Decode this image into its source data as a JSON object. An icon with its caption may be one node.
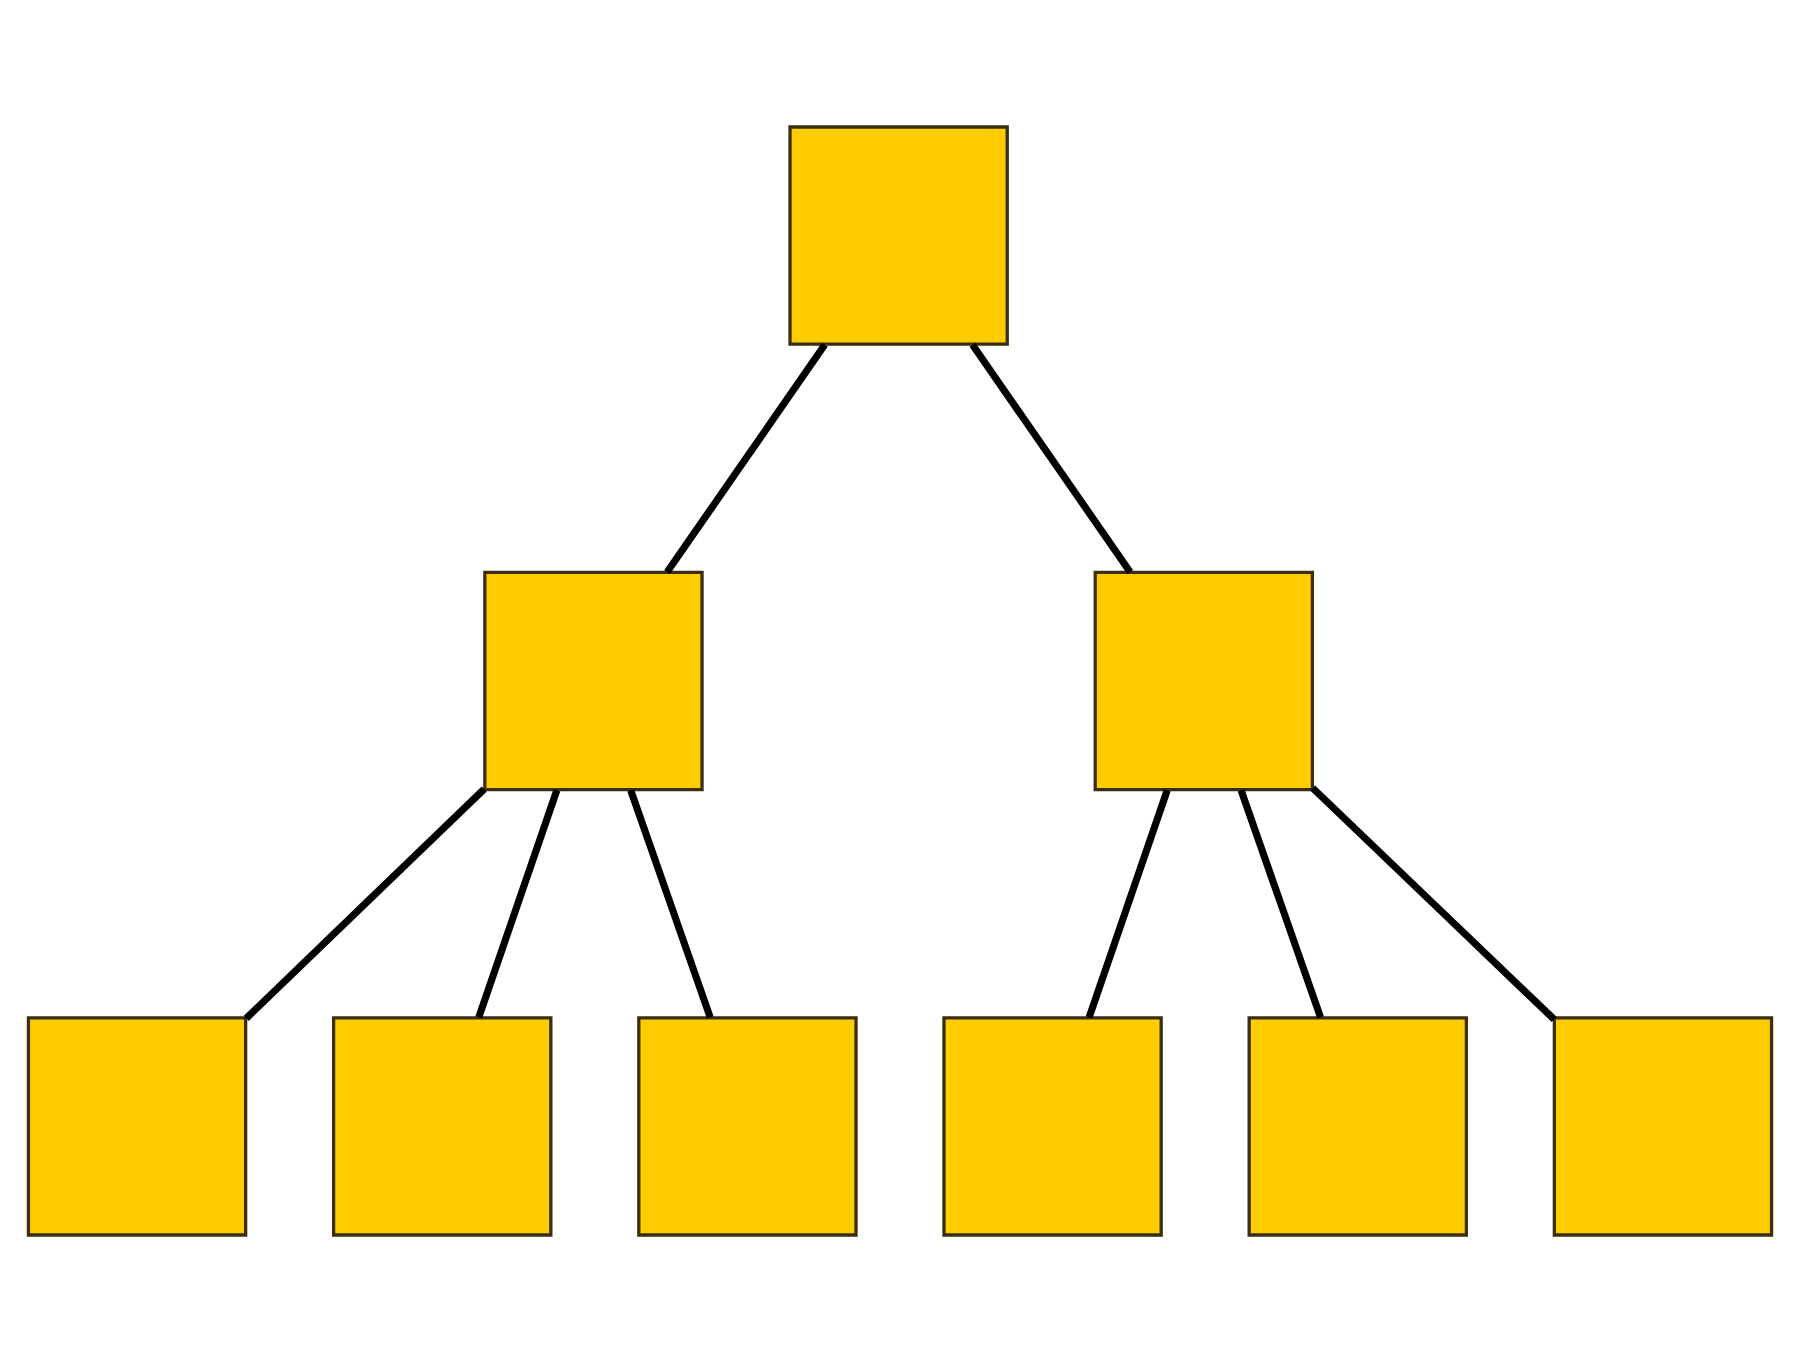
{
  "diagram": {
    "nodes": [
      {
        "text": [],
        "shape": "box"
      },
      {
        "text": [],
        "shape": "box"
      },
      {
        "text": [],
        "shape": "box"
      },
      {
        "text": [],
        "shape": "box"
      },
      {
        "text": [],
        "shape": "box"
      },
      {
        "text": [],
        "shape": "box"
      },
      {
        "text": [],
        "shape": "box"
      },
      {
        "text": [],
        "shape": "box"
      },
      {
        "text": [],
        "shape": "box"
      }
    ],
    "edges": [
      {
        "from": 0,
        "to": 1,
        "arrow": "none"
      },
      {
        "from": 0,
        "to": 2,
        "arrow": "none"
      },
      {
        "from": 1,
        "to": 3,
        "arrow": "none"
      },
      {
        "from": 1,
        "to": 4,
        "arrow": "none"
      },
      {
        "from": 1,
        "to": 5,
        "arrow": "none"
      },
      {
        "from": 2,
        "to": 6,
        "arrow": "none"
      },
      {
        "from": 2,
        "to": 7,
        "arrow": "none"
      },
      {
        "from": 2,
        "to": 8,
        "arrow": "none"
      }
    ]
  }
}
